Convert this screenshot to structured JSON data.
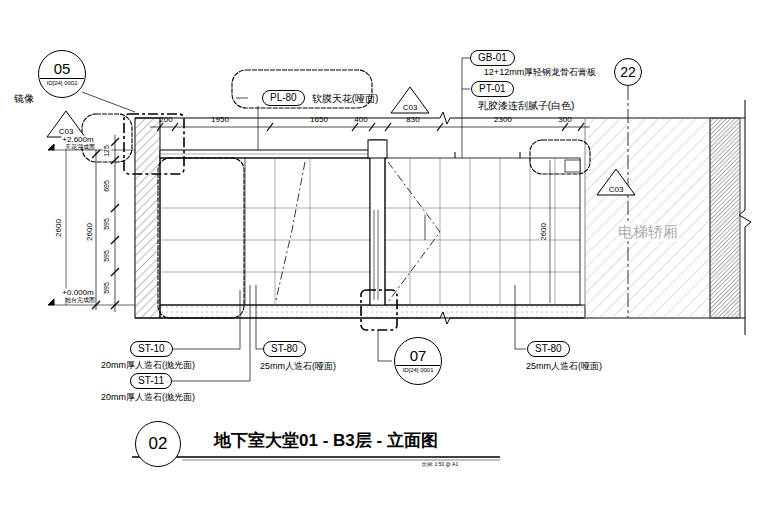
{
  "diagram": {
    "title": "地下室大堂01 - B3层 - 立面图",
    "nodes": [
      {
        "text": [
          "05",
          "ID[24] 0002"
        ]
      },
      {
        "text": [
          "C03"
        ]
      },
      {
        "text": [
          "PL-80"
        ]
      },
      {
        "text": [
          "C03"
        ]
      },
      {
        "text": [
          "GB-01"
        ]
      },
      {
        "text": [
          "PT-01"
        ]
      },
      {
        "text": [
          "22"
        ]
      },
      {
        "text": [
          "C03"
        ]
      },
      {
        "text": [
          "ST-10"
        ]
      },
      {
        "text": [
          "ST-11"
        ]
      },
      {
        "text": [
          "ST-80"
        ]
      },
      {
        "text": [
          "07",
          "ID[24] 0001"
        ]
      },
      {
        "text": [
          "ST-80"
        ]
      },
      {
        "text": [
          "02"
        ]
      }
    ],
    "labels": [
      "镜像",
      "+2.600m",
      "天花完成面",
      "+0.000m",
      "地台完成面",
      "2600",
      "2600",
      "125",
      "695",
      "595",
      "595",
      "595",
      "200",
      "1950",
      "1650",
      "400",
      "830",
      "2300",
      "300",
      "软膜天花(哑面)",
      "12+12mm厚轻钢龙骨石膏板",
      "乳胶漆连刮腻子(白色)",
      "2600",
      "电梯轿厢",
      "20mm厚人造石(抛光面)",
      "20mm厚人造石(抛光面)",
      "25mm人造石(哑面)",
      "25mm人造石(哑面)",
      "比例: 1:50 @ A1"
    ]
  }
}
